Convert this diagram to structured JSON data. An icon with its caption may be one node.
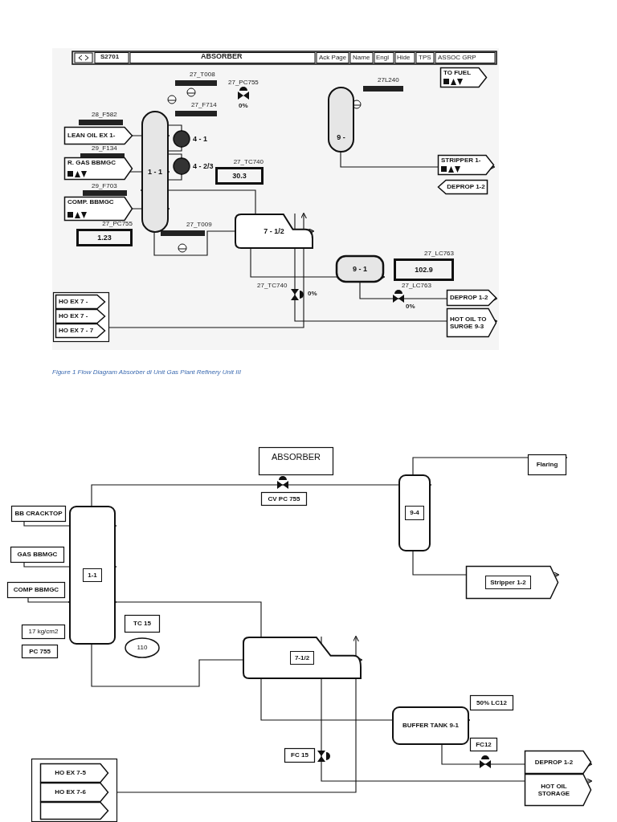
{
  "diagram": {
    "caption": "Figure 1 Flow Diagram Absorber di Unit Gas Plant Refinery Unit III",
    "nodes": [
      {
        "text": [
          "1.23"
        ],
        "beside": [
          "27_PC755"
        ]
      },
      {
        "text": [
          "LEAN OIL EX 1-"
        ]
      },
      {
        "text": [
          "R. GAS BBMGC"
        ]
      },
      {
        "text": [
          "COMP. BBMGC"
        ]
      },
      {
        "text": [
          "1 - 1"
        ]
      },
      {
        "text": [
          "4 - 1"
        ]
      },
      {
        "text": [
          "4 - 2/3"
        ]
      },
      {
        "text": [
          "30.3"
        ],
        "beside": [
          "27_TC740"
        ]
      },
      {
        "text": [
          "7 - 1/2"
        ]
      },
      {
        "text": [
          "9 -"
        ]
      },
      {
        "text": [
          "TO FUEL"
        ]
      },
      {
        "text": [
          "STRIPPER 1-"
        ]
      },
      {
        "text": [
          "DEPROP 1-2"
        ]
      },
      {
        "text": [
          "9 - 1"
        ]
      },
      {
        "text": [
          "102.9"
        ],
        "beside": [
          "27_LC763"
        ]
      },
      {
        "text": [
          "DEPROP 1-2"
        ]
      },
      {
        "text": [
          "HOT OIL TO SURGE 9-3"
        ]
      },
      {
        "text": [],
        "shape": "box"
      },
      {
        "text": [
          "HO EX 7 -"
        ],
        "in": 17
      },
      {
        "text": [
          "HO EX 7 -"
        ],
        "in": 17
      },
      {
        "text": [
          "HO EX 7 - 7"
        ],
        "in": 17
      },
      {
        "text": [
          "ABSORBER"
        ]
      },
      {
        "text": [
          "CV PC 755"
        ]
      },
      {
        "text": [
          "BB CRACKTOP"
        ]
      },
      {
        "text": [
          "GAS BBMGC"
        ]
      },
      {
        "text": [
          "COMP BBMGC"
        ]
      },
      {
        "text": [
          "1-1"
        ]
      },
      {
        "text": [
          "17 kg/cm2"
        ]
      },
      {
        "text": [
          "PC 755"
        ]
      },
      {
        "text": [
          "TC 15"
        ]
      },
      {
        "text": [
          "110"
        ]
      },
      {
        "text": [
          "7-1/2"
        ]
      },
      {
        "text": [
          "9-4"
        ]
      },
      {
        "text": [
          "Flaring"
        ]
      },
      {
        "text": [
          "Stripper 1-2"
        ]
      },
      {
        "text": [
          "50% LC12"
        ]
      },
      {
        "text": [
          "BUFFER TANK 9-1"
        ]
      },
      {
        "text": [
          "FC12"
        ]
      },
      {
        "text": [
          "FC 15"
        ]
      },
      {
        "text": [
          "DEPROP 1-2"
        ]
      },
      {
        "text": [
          "HOT OIL STORAGE"
        ]
      },
      {
        "text": [],
        "shape": "box"
      },
      {
        "text": [
          "HO EX 7-5"
        ],
        "in": 41
      },
      {
        "text": [
          "HO EX 7-6"
        ],
        "in": 41
      },
      {
        "text": [],
        "shape": "box",
        "in": 41
      }
    ],
    "edges": [
      {
        "from": 1,
        "to": 4,
        "arrow": "to"
      },
      {
        "from": 2,
        "to": 4,
        "arrow": "to"
      },
      {
        "from": 3,
        "to": 4,
        "arrow": "to"
      },
      {
        "from": 4,
        "to": 5,
        "arrow": "none"
      },
      {
        "from": 5,
        "to": 4,
        "arrow": "none"
      },
      {
        "from": 4,
        "to": 6,
        "arrow": "none"
      },
      {
        "from": 6,
        "to": 4,
        "arrow": "none"
      },
      {
        "from": 4,
        "to": 8,
        "arrow": "to"
      },
      {
        "from": 8,
        "to": 4,
        "arrow": "to"
      },
      {
        "from": 8,
        "to": 13,
        "arrow": "to"
      },
      {
        "from": 8,
        "to": 16,
        "arrow": "to"
      },
      {
        "from": 20,
        "to": 8,
        "arrow": "to"
      },
      {
        "from": 13,
        "to": 15,
        "arrow": "to"
      },
      {
        "from": 9,
        "to": 11,
        "arrow": "to"
      },
      {
        "from": 23,
        "to": 26,
        "arrow": "to"
      },
      {
        "from": 24,
        "to": 26,
        "arrow": "to"
      },
      {
        "from": 25,
        "to": 26,
        "arrow": "to"
      },
      {
        "from": 26,
        "to": 32,
        "arrow": "to"
      },
      {
        "from": 32,
        "to": 33,
        "arrow": "to"
      },
      {
        "from": 32,
        "to": 34,
        "arrow": "to"
      },
      {
        "from": 31,
        "to": 26,
        "arrow": "to"
      },
      {
        "from": 26,
        "to": 31,
        "arrow": "to"
      },
      {
        "from": 31,
        "to": 36,
        "arrow": "to"
      },
      {
        "from": 31,
        "to": 40,
        "arrow": "to"
      },
      {
        "from": 36,
        "to": 39,
        "arrow": "to"
      },
      {
        "from": 43,
        "to": 31,
        "arrow": "to"
      }
    ],
    "labels": [
      "S2701",
      "ABSORBER",
      "Ack Page",
      "Name",
      "Engl",
      "Hide",
      "TPS",
      "ASSOC GRP",
      "27_T008",
      "27_PC755",
      "0%",
      "27_F714",
      "28_F582",
      "29_F134",
      "29_F703",
      "27_T009",
      "27L240",
      "27_LC763",
      "0%",
      "27_TC740",
      "0%"
    ]
  }
}
